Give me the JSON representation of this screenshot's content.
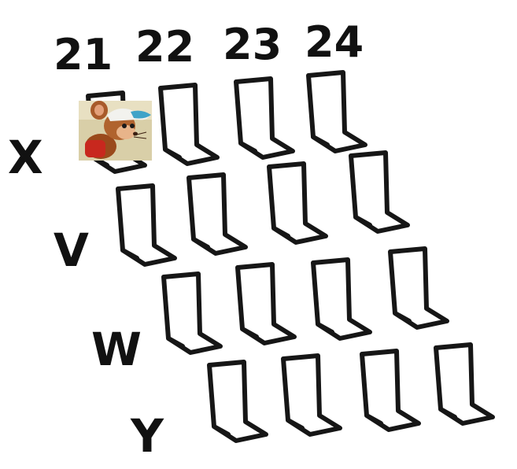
{
  "columns": [
    "21",
    "22",
    "23",
    "24"
  ],
  "rows": [
    "X",
    "V",
    "W",
    "Y"
  ],
  "seats": [
    {
      "row": "X",
      "col": "21",
      "occupied": true,
      "occupant_icon": "mouse-character-icon"
    },
    {
      "row": "X",
      "col": "22",
      "occupied": false
    },
    {
      "row": "X",
      "col": "23",
      "occupied": false
    },
    {
      "row": "X",
      "col": "24",
      "occupied": false
    },
    {
      "row": "V",
      "col": "21",
      "occupied": false
    },
    {
      "row": "V",
      "col": "22",
      "occupied": false
    },
    {
      "row": "V",
      "col": "23",
      "occupied": false
    },
    {
      "row": "V",
      "col": "24",
      "occupied": false
    },
    {
      "row": "W",
      "col": "21",
      "occupied": false
    },
    {
      "row": "W",
      "col": "22",
      "occupied": false
    },
    {
      "row": "W",
      "col": "23",
      "occupied": false
    },
    {
      "row": "W",
      "col": "24",
      "occupied": false
    },
    {
      "row": "Y",
      "col": "21",
      "occupied": false
    },
    {
      "row": "Y",
      "col": "22",
      "occupied": false
    },
    {
      "row": "Y",
      "col": "23",
      "occupied": false
    },
    {
      "row": "Y",
      "col": "24",
      "occupied": false
    }
  ],
  "colors": {
    "ink": "#161616",
    "background": "#ffffff"
  }
}
